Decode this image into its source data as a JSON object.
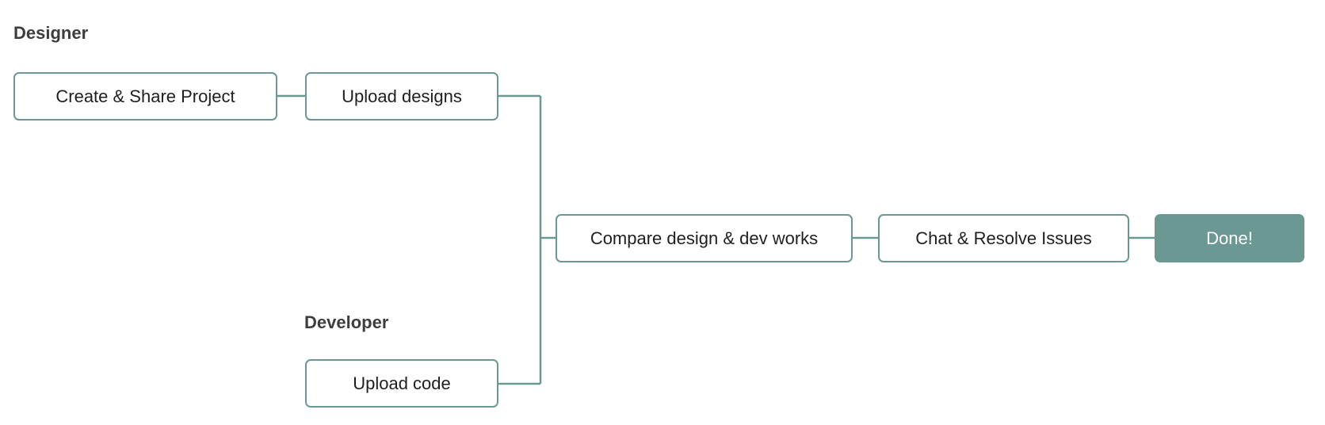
{
  "lanes": {
    "designer": "Designer",
    "developer": "Developer"
  },
  "nodes": {
    "create_share_project": "Create & Share Project",
    "upload_designs": "Upload designs",
    "upload_code": "Upload code",
    "compare_works": "Compare design & dev works",
    "chat_resolve": "Chat & Resolve Issues",
    "done": "Done!"
  },
  "colors": {
    "accent": "#6b9892",
    "lane_label": "#3d3d3d",
    "node_text": "#1f1f1f",
    "final_node_text": "#ffffff"
  }
}
